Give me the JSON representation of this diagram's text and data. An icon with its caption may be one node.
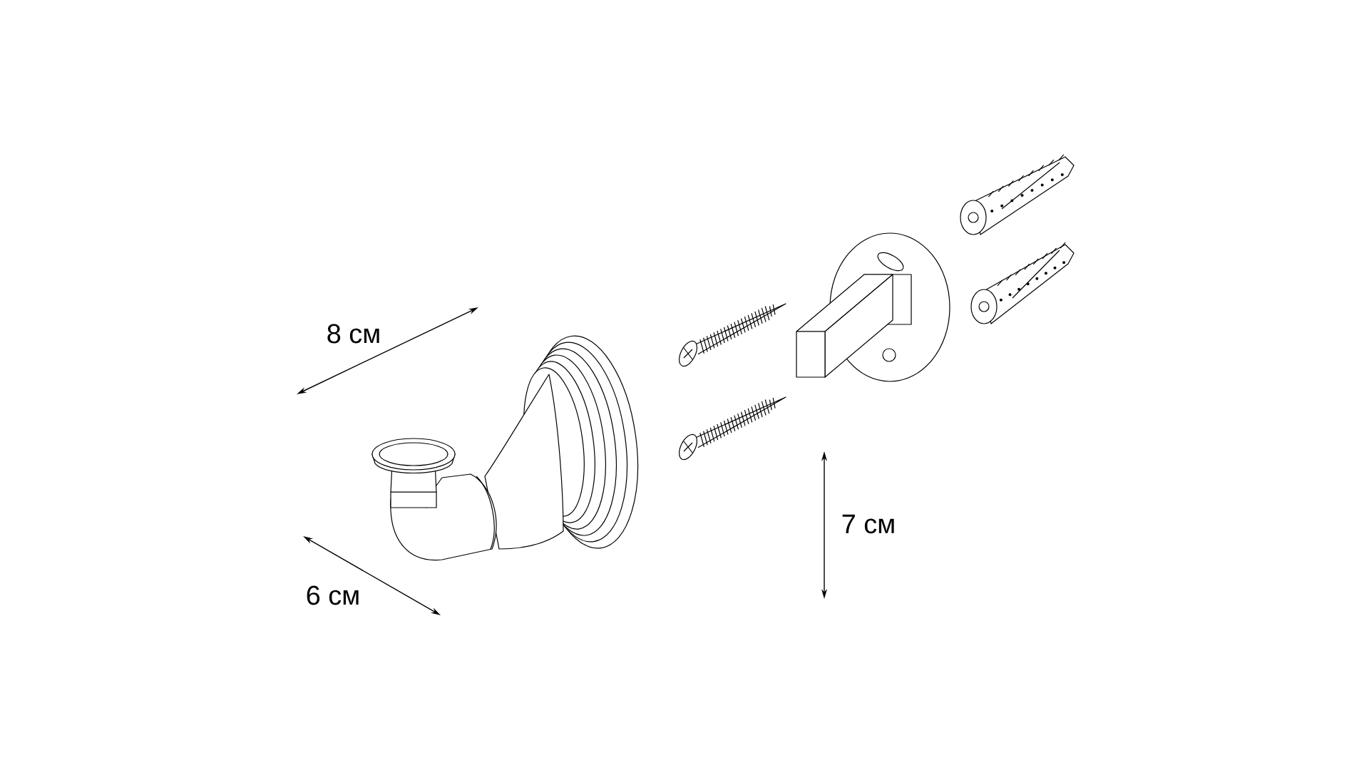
{
  "diagram": {
    "labels": [
      "8 см",
      "6 см",
      "7 см"
    ]
  }
}
